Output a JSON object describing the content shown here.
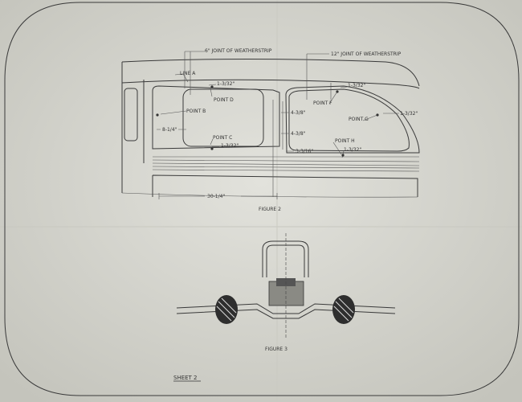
{
  "figure2": {
    "title": "FIGURE 2",
    "joint_6": "6\" JOINT OF WEATHERSTRIP",
    "joint_12": "12\" JOINT OF WEATHERSTRIP",
    "line_a": "LINE A",
    "point_b": "POINT B",
    "point_c": "POINT C",
    "point_d": "POINT D",
    "point_f": "POINT F",
    "point_g": "POINT G",
    "point_h": "POINT H",
    "dim_d": "1-3/32\"",
    "dim_c": "1-3/32\"",
    "dim_f": "1-3/32\"",
    "dim_g": "1-3/32\"",
    "dim_h": "1-3/32\"",
    "dim_8_1_4": "8-1/4\"",
    "dim_4_3_8_a": "4-3/8\"",
    "dim_4_3_8_b": "4-3/8\"",
    "dim_3_3_16": "3-3/16\"",
    "dim_30_1_4": "30-1/4\""
  },
  "figure3": {
    "title": "FIGURE 3"
  },
  "sheet": "SHEET 2",
  "colors": {
    "paper": "#d6d6cf",
    "ink": "#3a3a3a"
  }
}
